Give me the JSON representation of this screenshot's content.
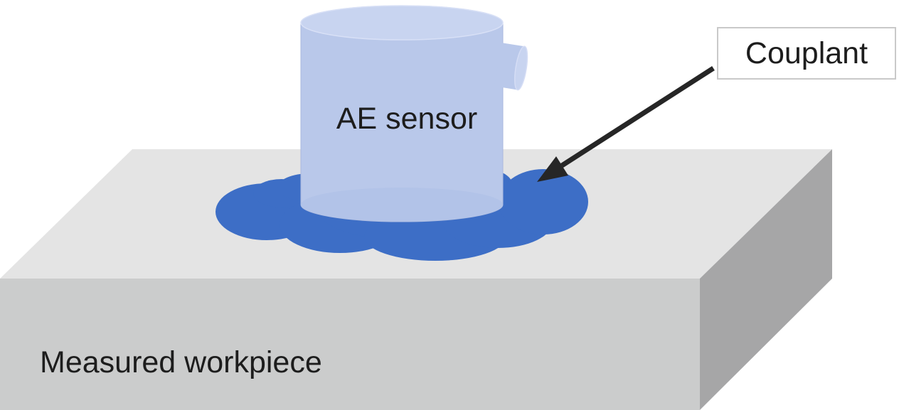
{
  "diagram": {
    "type": "schematic",
    "description": "Acoustic emission sensor coupled to a measured workpiece via couplant",
    "labels": {
      "sensor": "AE sensor",
      "couplant": "Couplant",
      "workpiece": "Measured workpiece"
    },
    "colors": {
      "background": "#ffffff",
      "workpiece_top": "#e4e4e4",
      "workpiece_front": "#cbcccc",
      "workpiece_side": "#a6a6a7",
      "couplant": "#3d6ec6",
      "sensor_body": "#b9c8ea",
      "sensor_body_shade": "#b2c3e8",
      "sensor_top": "#c8d4f0",
      "arrow": "#262626",
      "label_box_border": "#c9c9c9",
      "text": "#1d1d1d"
    }
  }
}
